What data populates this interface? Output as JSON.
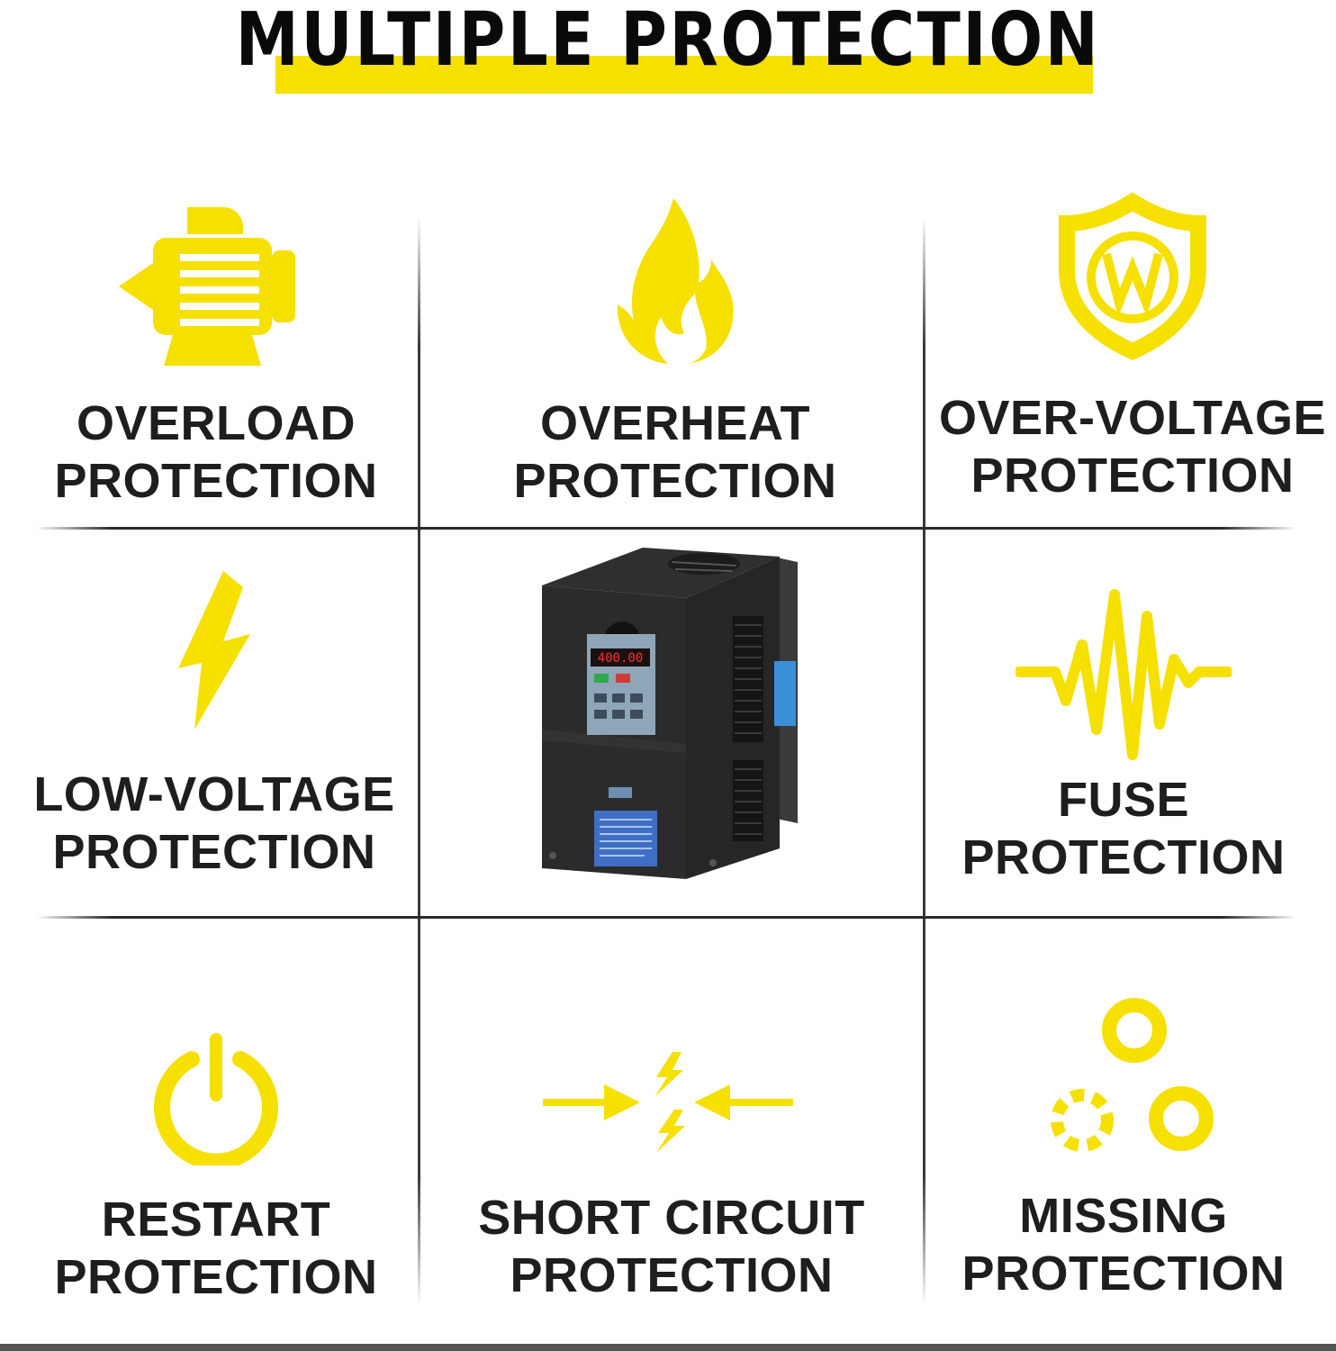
{
  "title": "MULTIPLE PROTECTION",
  "colors": {
    "accent": "#f6e000",
    "text": "#1e1e1e",
    "device": "#2b2b2b"
  },
  "cells": [
    {
      "line1": "OVERLOAD",
      "line2": "PROTECTION",
      "icon": "motor-icon"
    },
    {
      "line1": "OVERHEAT",
      "line2": "PROTECTION",
      "icon": "flame-icon"
    },
    {
      "line1": "OVER-VOLTAGE",
      "line2": "PROTECTION",
      "icon": "shield-w-icon"
    },
    {
      "line1": "LOW-VOLTAGE",
      "line2": "PROTECTION",
      "icon": "lightning-icon"
    },
    {
      "line1": "FUSE",
      "line2": "PROTECTION",
      "icon": "waveform-icon"
    },
    {
      "line1": "RESTART",
      "line2": "PROTECTION",
      "icon": "power-icon"
    },
    {
      "line1": "SHORT CIRCUIT",
      "line2": "PROTECTION",
      "icon": "short-circuit-icon"
    },
    {
      "line1": "MISSING",
      "line2": "PROTECTION",
      "icon": "missing-phase-icon"
    }
  ],
  "product": {
    "display_readout": "400.00"
  }
}
